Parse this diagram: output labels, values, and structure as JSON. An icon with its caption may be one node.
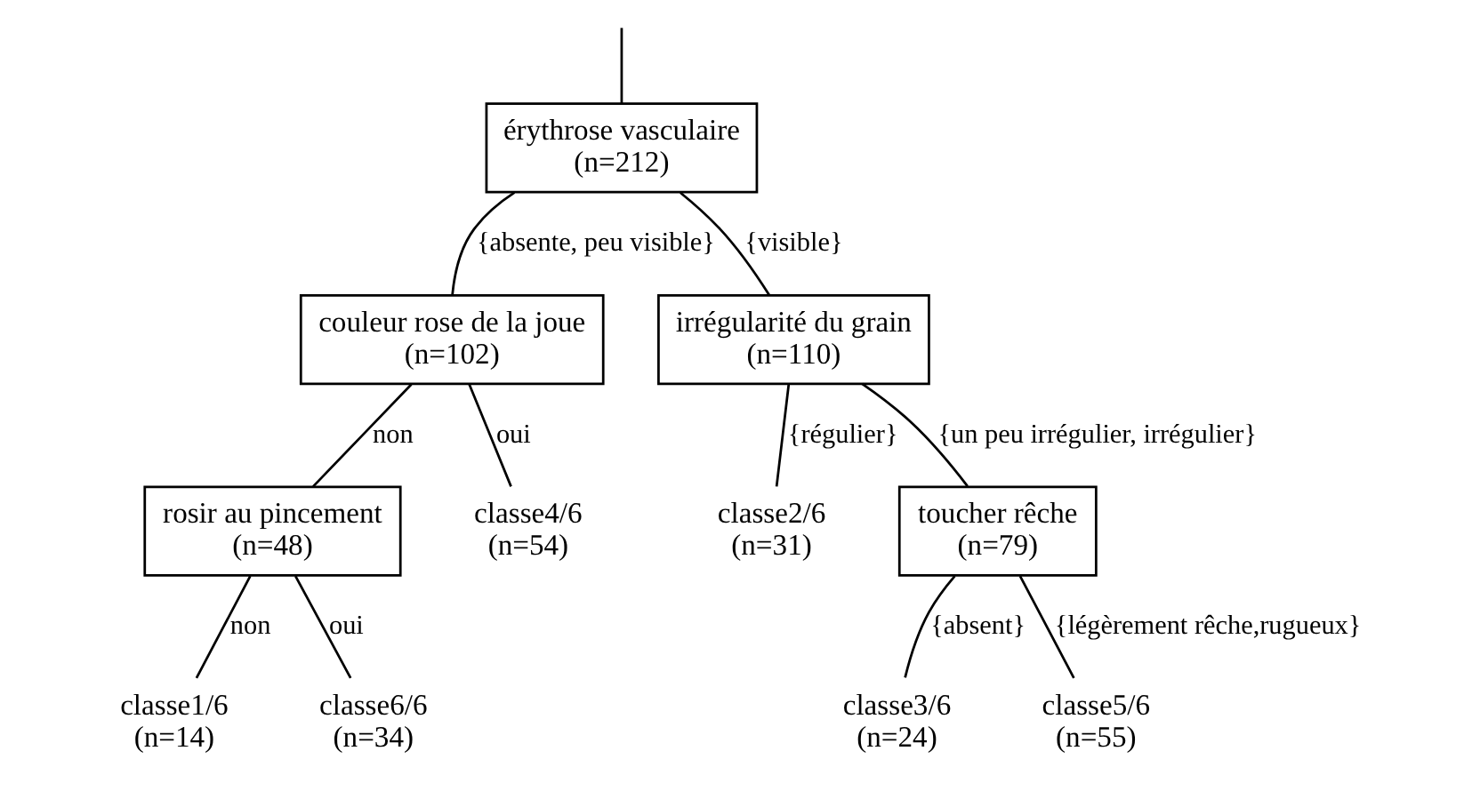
{
  "diagram": {
    "nodes": [
      {
        "text": [
          "érythrose vasculaire",
          "(n=212)"
        ]
      },
      {
        "text": [
          "couleur rose de la joue",
          "(n=102)"
        ]
      },
      {
        "text": [
          "rosir au pincement",
          "(n=48)"
        ]
      },
      {
        "text": [
          "classe1/6",
          "(n=14)"
        ]
      },
      {
        "text": [
          "classe6/6",
          "(n=34)"
        ]
      },
      {
        "text": [
          "classe4/6",
          "(n=54)"
        ]
      },
      {
        "text": [
          "irrégularité du grain",
          "(n=110)"
        ]
      },
      {
        "text": [
          "classe2/6",
          "(n=31)"
        ]
      },
      {
        "text": [
          "toucher rêche",
          "(n=79)"
        ]
      },
      {
        "text": [
          "classe3/6",
          "(n=24)"
        ]
      },
      {
        "text": [
          "classe5/6",
          "(n=55)"
        ]
      }
    ],
    "edges": [
      {
        "from": null,
        "to": 0,
        "arrow": "none"
      },
      {
        "from": 0,
        "to": 1,
        "arrow": "none",
        "label": "{absente, peu visible}"
      },
      {
        "from": 0,
        "to": 6,
        "arrow": "none",
        "label": "{visible}"
      },
      {
        "from": 1,
        "to": 2,
        "arrow": "none",
        "label": "non"
      },
      {
        "from": 1,
        "to": 5,
        "arrow": "none",
        "label": "oui"
      },
      {
        "from": 2,
        "to": 3,
        "arrow": "none",
        "label": "non"
      },
      {
        "from": 2,
        "to": 4,
        "arrow": "none",
        "label": "oui"
      },
      {
        "from": 6,
        "to": 7,
        "arrow": "none",
        "label": "{régulier}"
      },
      {
        "from": 6,
        "to": 8,
        "arrow": "none",
        "label": "{un peu irrégulier, irrégulier}"
      },
      {
        "from": 8,
        "to": 9,
        "arrow": "none",
        "label": "{absent}"
      },
      {
        "from": 8,
        "to": 10,
        "arrow": "none",
        "label": "{légèrement rêche,rugueux}"
      }
    ]
  }
}
